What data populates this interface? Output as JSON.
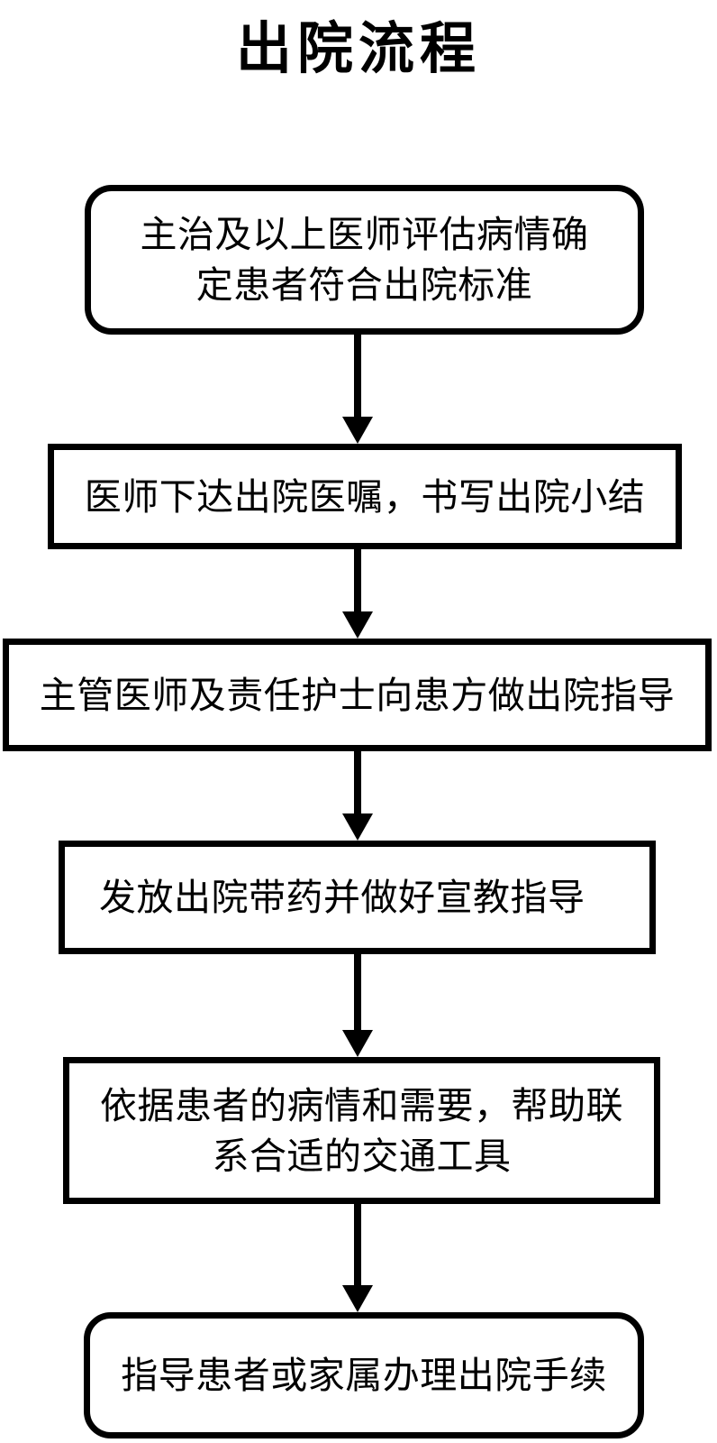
{
  "title": "出院流程",
  "diagram": {
    "type": "flowchart",
    "orientation": "top-to-bottom",
    "background_color": "#ffffff",
    "line_color": "#000000",
    "text_color": "#000000",
    "nodes": [
      {
        "id": "node-1",
        "shape": "rounded-rectangle",
        "label": "主治及以上医师评估病情确\n定患者符合出院标准",
        "align": "center"
      },
      {
        "id": "node-2",
        "shape": "rectangle",
        "label": "医师下达出院医嘱，书写出院小结",
        "align": "center"
      },
      {
        "id": "node-3",
        "shape": "rectangle",
        "label": "主管医师及责任护士向患方做出院指导",
        "align": "center"
      },
      {
        "id": "node-4",
        "shape": "rectangle",
        "label": "发放出院带药并做好宣教指导",
        "align": "left"
      },
      {
        "id": "node-5",
        "shape": "rectangle",
        "label": "依据患者的病情和需要，帮助联\n系合适的交通工具",
        "align": "center"
      },
      {
        "id": "node-6",
        "shape": "rounded-rectangle",
        "label": "指导患者或家属办理出院手续",
        "align": "center"
      }
    ],
    "edges": [
      {
        "id": "edge-1-2",
        "from": "node-1",
        "to": "node-2",
        "style": "arrow-down"
      },
      {
        "id": "edge-2-3",
        "from": "node-2",
        "to": "node-3",
        "style": "arrow-down"
      },
      {
        "id": "edge-3-4",
        "from": "node-3",
        "to": "node-4",
        "style": "arrow-down"
      },
      {
        "id": "edge-4-5",
        "from": "node-4",
        "to": "node-5",
        "style": "arrow-down"
      },
      {
        "id": "edge-5-6",
        "from": "node-5",
        "to": "node-6",
        "style": "arrow-down"
      }
    ]
  }
}
